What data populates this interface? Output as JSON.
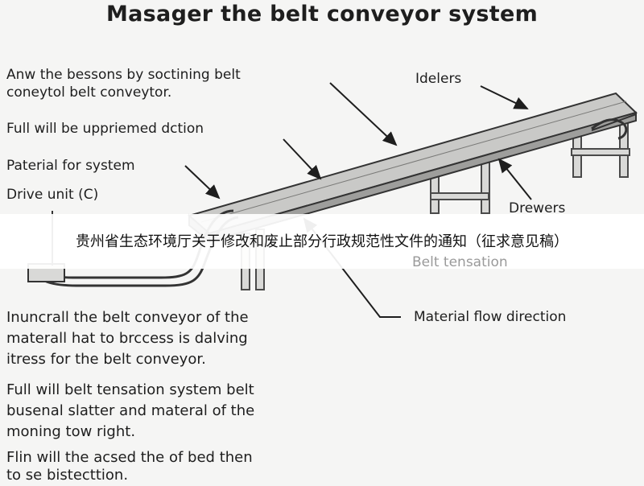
{
  "title": "Masager the belt conveyor system",
  "labels": {
    "l1a": "Anw the bessons by soctining belt",
    "l1b": "coneytol belt conveytor.",
    "l2": "Full will be uppriemed dction",
    "l3": "Paterial for system",
    "l4": "Drive unit (C)",
    "idelers": "Idelers",
    "drewers": "Drewers",
    "belt_tensation": "Belt tensation",
    "material_flow": "Material flow direction"
  },
  "banner": {
    "text": "贵州省生态环境厅关于修改和废止部分行政规范性文件的通知（征求意见稿）"
  },
  "paragraphs": {
    "p1": [
      "Inuncrall the belt conveyor of the",
      "materall hat to brccess is dalving",
      "itress for the belt conveyor."
    ],
    "p2": [
      "Full will belt tensation system belt",
      "busenal slatter and materal of the",
      "moning tow right."
    ],
    "p3": [
      "Flin will the acsed the of bed then",
      "to se bistecttion."
    ]
  }
}
